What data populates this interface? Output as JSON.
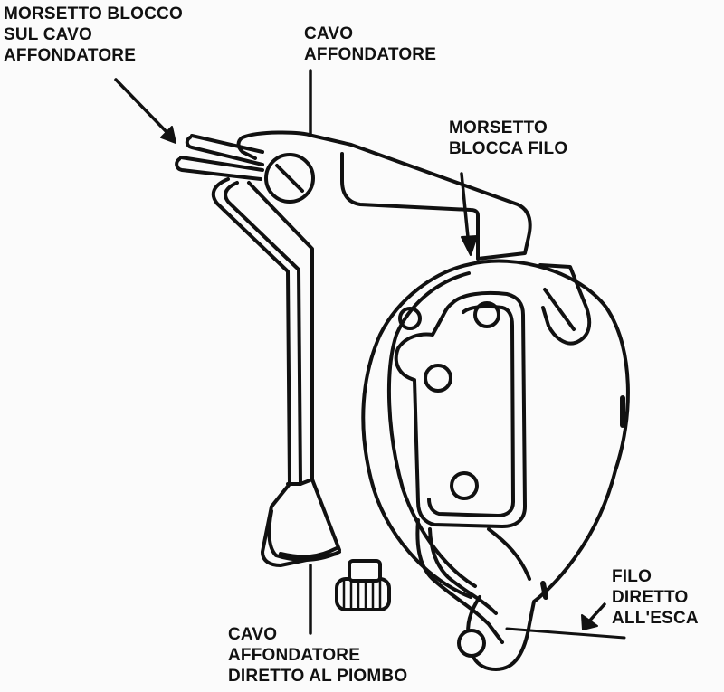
{
  "labels": {
    "morsetto_blocco_cavo": [
      "MORSETTO BLOCCO",
      "SUL CAVO",
      "AFFONDATORE"
    ],
    "cavo_affondatore": [
      "CAVO",
      "AFFONDATORE"
    ],
    "morsetto_blocca_filo": [
      "MORSETTO",
      "BLOCCA FILO"
    ],
    "filo_diretto_esca": [
      "FILO",
      "DIRETTO",
      "ALL'ESCA"
    ],
    "cavo_affondatore_piombo": [
      "CAVO",
      "AFFONDATORE",
      "DIRETTO AL PIOMBO"
    ]
  },
  "colors": {
    "ink": "#111111",
    "paper": "#fbfbfb"
  }
}
